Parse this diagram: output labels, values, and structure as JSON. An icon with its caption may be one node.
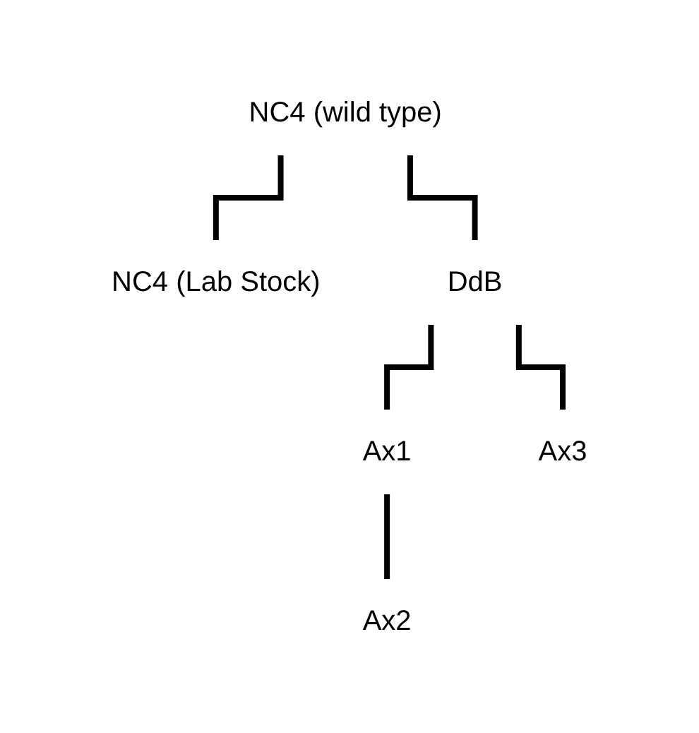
{
  "diagram": {
    "nodes": [
      {
        "text": [
          "NC4 (wild type)"
        ]
      },
      {
        "text": [
          "NC4 (Lab Stock)"
        ]
      },
      {
        "text": [
          "DdB"
        ]
      },
      {
        "text": [
          "Ax1"
        ]
      },
      {
        "text": [
          "Ax3"
        ]
      },
      {
        "text": [
          "Ax2"
        ]
      }
    ],
    "edges": [
      {
        "from": 0,
        "to": 1,
        "arrow": "none"
      },
      {
        "from": 0,
        "to": 2,
        "arrow": "none"
      },
      {
        "from": 2,
        "to": 3,
        "arrow": "none"
      },
      {
        "from": 2,
        "to": 4,
        "arrow": "none"
      },
      {
        "from": 3,
        "to": 5,
        "arrow": "none"
      }
    ]
  }
}
